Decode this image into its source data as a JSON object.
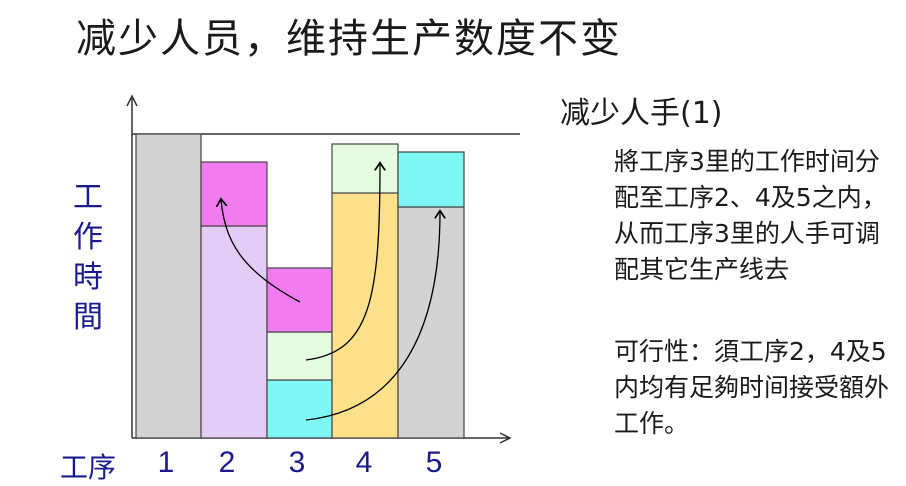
{
  "title": "减少人员，维持生产数度不变",
  "y_axis_label": "工作時間",
  "x_axis_label": "工序",
  "x_ticks": [
    "1",
    "2",
    "3",
    "4",
    "5"
  ],
  "side_heading": "减少人手(1)",
  "paragraph_1": "將工序3里的工作时间分配至工序2、4及5之内，从而工序3里的人手可调配其它生产线去",
  "paragraph_2": "可行性：須工序2，4及5内均有足夠时间接受額外工作。",
  "colors": {
    "gray": "#d3d3d3",
    "lavender": "#e3ccf5",
    "magenta": "#f07cf0",
    "mint": "#e4fbe0",
    "cyan": "#7ef6f4",
    "yellow": "#fde08a",
    "text_blue": "#1a1a8c"
  }
}
